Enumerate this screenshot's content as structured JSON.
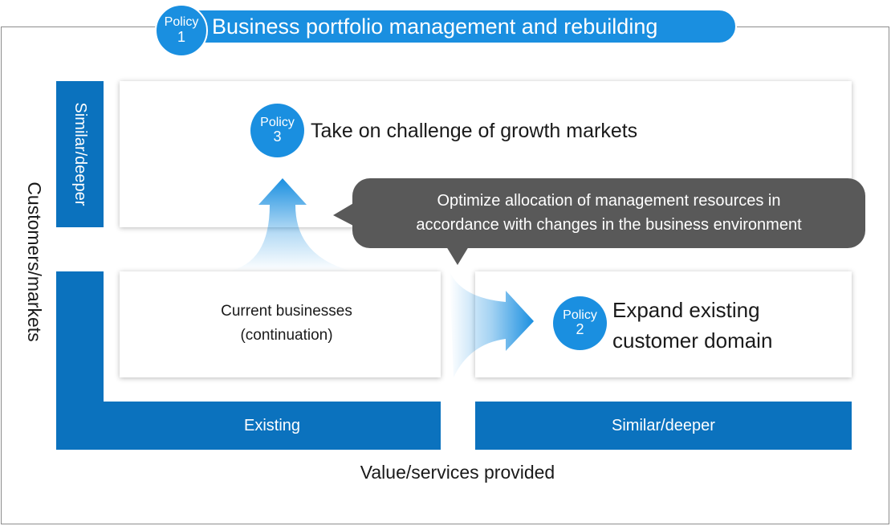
{
  "header": {
    "badge": {
      "word": "Policy",
      "number": "1"
    },
    "title": "Business portfolio management and rebuilding"
  },
  "axes": {
    "y_label": "Customers/markets",
    "x_label": "Value/services provided"
  },
  "y_band": {
    "similar_deeper": "Similar/deeper"
  },
  "x_band": {
    "existing": "Existing",
    "similar_deeper": "Similar/deeper"
  },
  "policy3": {
    "badge_word": "Policy",
    "badge_number": "3",
    "text": "Take on challenge of growth markets"
  },
  "policy2": {
    "badge_word": "Policy",
    "badge_number": "2",
    "line1": "Expand existing",
    "line2": "customer domain"
  },
  "current": {
    "line1": "Current businesses",
    "line2": "(continuation)"
  },
  "callout": {
    "line1": "Optimize allocation of management resources in",
    "line2": "accordance with changes in the business environment"
  },
  "colors": {
    "accent": "#1a8fe0",
    "band": "#0b72be",
    "callout": "#595959"
  }
}
